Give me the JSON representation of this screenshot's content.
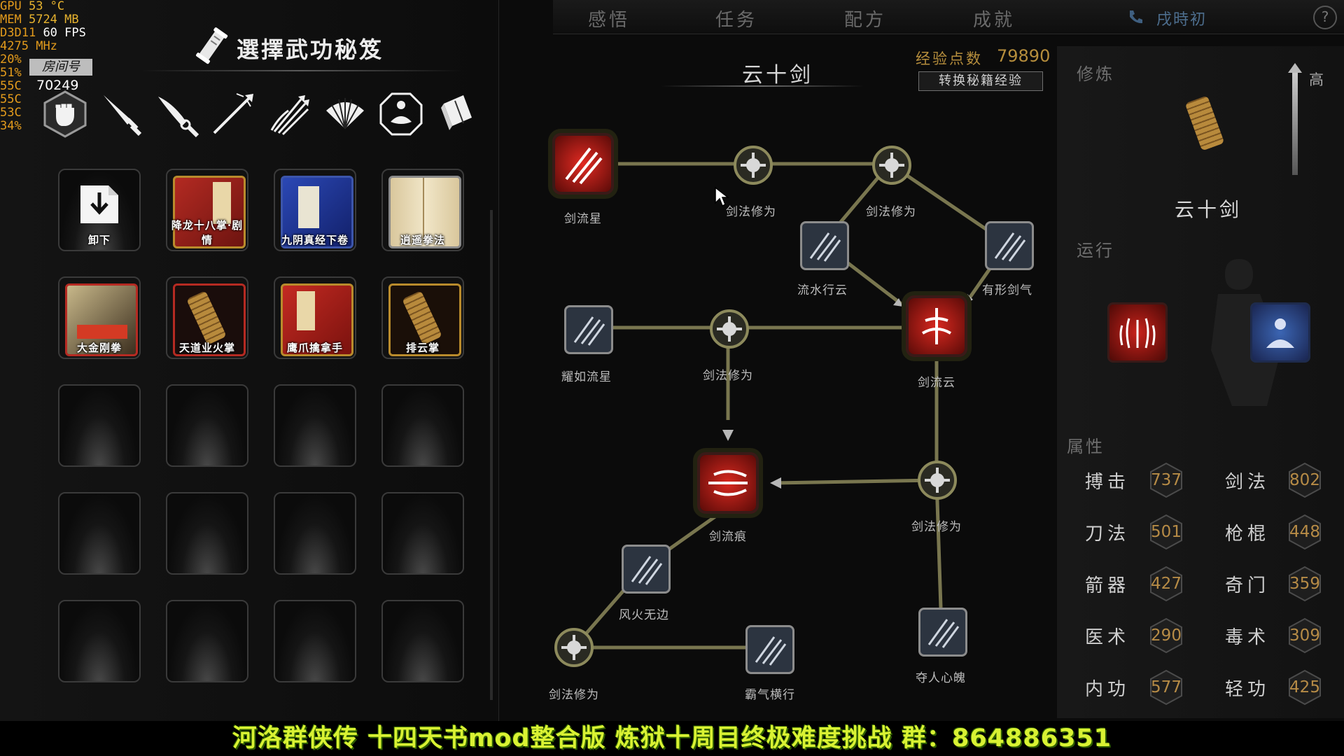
{
  "overlay": {
    "stats": [
      {
        "label": "GPU",
        "value": "53 °C"
      },
      {
        "label": "MEM",
        "value": "5724 MB"
      },
      {
        "label": "D3D11",
        "value": "60 FPS"
      },
      {
        "label": "4275",
        "value": "MHz"
      },
      {
        "label": "20%",
        "value": ""
      },
      {
        "label": "51%",
        "value": ""
      },
      {
        "label": "55C",
        "value": ""
      },
      {
        "label": "55C",
        "value": ""
      },
      {
        "label": "53C",
        "value": ""
      },
      {
        "label": "34%",
        "value": ""
      }
    ],
    "room_tag": "房间号",
    "room_number": "70249"
  },
  "topnav": {
    "tabs": [
      "感悟",
      "任务",
      "配方",
      "成就"
    ],
    "time": "戌時初",
    "help": "?"
  },
  "left_panel": {
    "title": "選擇武功秘笈",
    "categories": [
      {
        "name": "fist-icon",
        "selected": true
      },
      {
        "name": "sword-icon",
        "selected": false
      },
      {
        "name": "blade-icon",
        "selected": false
      },
      {
        "name": "spear-icon",
        "selected": false
      },
      {
        "name": "arrows-icon",
        "selected": false
      },
      {
        "name": "fan-icon",
        "selected": false
      },
      {
        "name": "meditation-icon",
        "selected": false
      },
      {
        "name": "book-icon",
        "selected": false
      }
    ],
    "slots": [
      {
        "label": "卸下",
        "style": "unequip"
      },
      {
        "label": "降龙十八掌·剧情",
        "style": "red-book"
      },
      {
        "label": "九阴真经下卷",
        "style": "blue-book"
      },
      {
        "label": "逍遥拳法",
        "style": "open-book"
      },
      {
        "label": "大金刚拳",
        "style": "photo"
      },
      {
        "label": "天道业火掌",
        "style": "scroll"
      },
      {
        "label": "鹰爪擒拿手",
        "style": "red-book2"
      },
      {
        "label": "排云掌",
        "style": "scroll"
      }
    ],
    "empty_slot_count": 12
  },
  "skill_tree": {
    "title": "云十剑",
    "exp_label": "经验点数",
    "exp_value": "79890",
    "convert_button": "转换秘籍经验",
    "nodes": [
      "剑流星",
      "剑法修为",
      "剑法修为",
      "流水行云",
      "有形剑气",
      "耀如流星",
      "剑法修为",
      "剑流云",
      "剑流痕",
      "剑法修为",
      "风火无边",
      "剑法修为",
      "霸气横行",
      "夺人心魄"
    ]
  },
  "right_panel": {
    "practice_label": "修炼",
    "high_label": "高",
    "skill_name": "云十剑",
    "run_label": "运行",
    "attr_label": "属性",
    "attributes": [
      {
        "name": "搏击",
        "value": "737"
      },
      {
        "name": "剑法",
        "value": "802"
      },
      {
        "name": "刀法",
        "value": "501"
      },
      {
        "name": "枪棍",
        "value": "448"
      },
      {
        "name": "箭器",
        "value": "427"
      },
      {
        "name": "奇门",
        "value": "359"
      },
      {
        "name": "医术",
        "value": "290"
      },
      {
        "name": "毒术",
        "value": "309"
      },
      {
        "name": "内功",
        "value": "577"
      },
      {
        "name": "轻功",
        "value": "425"
      }
    ]
  },
  "banner": "河洛群侠传 十四天书mod整合版 炼狱十周目终极难度挑战  群：864886351"
}
